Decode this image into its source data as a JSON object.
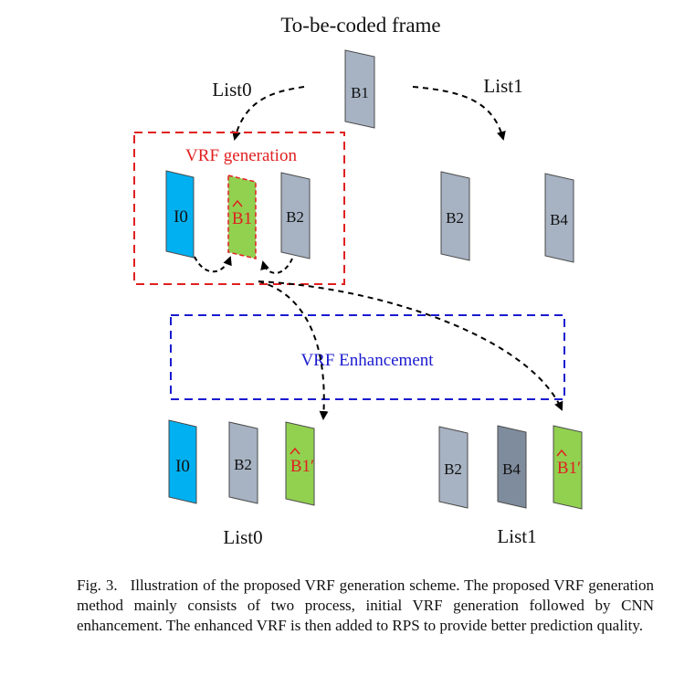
{
  "title": "To-be-coded frame",
  "top_frame": "B1",
  "list0_top_label": "List0",
  "list1_top_label": "List1",
  "vrf_generation_label": "VRF generation",
  "vrf_enhancement_label": "VRF Enhancement",
  "gen_frames": [
    "I0",
    "B1",
    "B2"
  ],
  "right_frames": [
    "B2",
    "B4"
  ],
  "bottom_list0_frames": [
    "I0",
    "B2",
    "B1′"
  ],
  "bottom_list1_frames": [
    "B2",
    "B4",
    "B1′"
  ],
  "list0_bottom_label": "List0",
  "list1_bottom_label": "List1",
  "caption_prefix": "Fig. 3.",
  "caption_text": "Illustration of the proposed VRF generation scheme. The proposed VRF generation method mainly consists of two process, initial VRF generation followed by CNN enhancement. The enhanced VRF is then added to RPS to provide better prediction quality.",
  "colors": {
    "gray_frame": "#a7b3c3",
    "dark_gray_frame": "#7f8c9d",
    "i_frame": "#00b0f0",
    "vrf_frame": "#92d050",
    "generation_box": "#e02020",
    "enhancement_box": "#1a1ad0",
    "vrf_text": "#e02020"
  }
}
